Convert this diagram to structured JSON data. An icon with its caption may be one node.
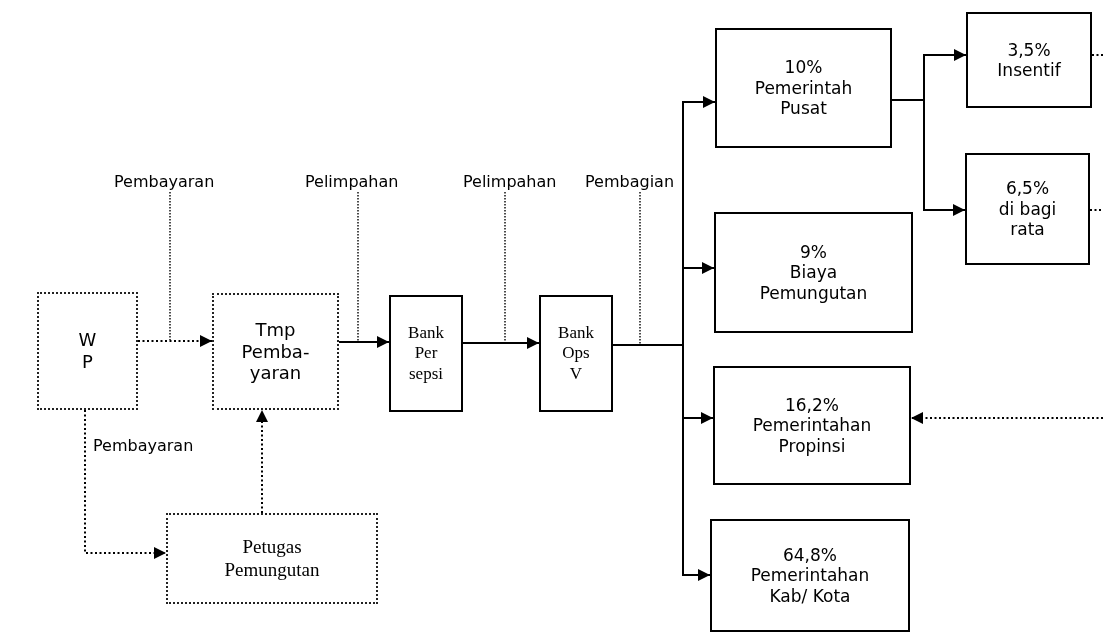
{
  "diagram": {
    "nodes": [
      {
        "text": [
          "W P"
        ]
      },
      {
        "text": [
          "Tmp Pemba- yaran"
        ]
      },
      {
        "text": [
          "Bank Per sepsi"
        ]
      },
      {
        "text": [
          "Bank Ops V"
        ]
      },
      {
        "text": [
          "10%",
          "Pemerintah Pusat"
        ]
      },
      {
        "text": [
          "9%",
          "Biaya Pemungutan"
        ]
      },
      {
        "text": [
          "16,2%",
          "Pemerintahan Propinsi"
        ]
      },
      {
        "text": [
          "64,8%",
          "Pemerintahan Kab/ Kota"
        ]
      },
      {
        "text": [
          "3,5%",
          "Insentif"
        ]
      },
      {
        "text": [
          "6,5%",
          "di bagi rata"
        ]
      },
      {
        "text": [
          "Petugas Pemungutan"
        ]
      },
      {
        "text": [
          "Pembayaran"
        ]
      },
      {
        "text": [
          "Pelimpahan"
        ]
      },
      {
        "text": [
          "Pelimpahan"
        ]
      },
      {
        "text": [
          "Pembagian"
        ]
      }
    ],
    "edges": [
      {
        "from": 0,
        "to": 1,
        "arrow": "to",
        "style": "dashed"
      },
      {
        "from": 1,
        "to": 2,
        "arrow": "to"
      },
      {
        "from": 2,
        "to": 3,
        "arrow": "to"
      },
      {
        "from": 3,
        "to": 4,
        "arrow": "to"
      },
      {
        "from": 3,
        "to": 5,
        "arrow": "to"
      },
      {
        "from": 3,
        "to": 6,
        "arrow": "to"
      },
      {
        "from": 3,
        "to": 7,
        "arrow": "to"
      },
      {
        "from": 4,
        "to": 8,
        "arrow": "to"
      },
      {
        "from": 4,
        "to": 9,
        "arrow": "to"
      },
      {
        "from": 0,
        "to": 10,
        "arrow": "to",
        "label": "Pembayaran",
        "style": "dashed"
      },
      {
        "from": 10,
        "to": 1,
        "arrow": "to",
        "style": "dashed"
      },
      {
        "from": 8,
        "to": null,
        "arrow": "none",
        "style": "dashed"
      },
      {
        "from": 9,
        "to": null,
        "arrow": "none",
        "style": "dashed"
      },
      {
        "from": null,
        "to": 6,
        "arrow": "to",
        "style": "dashed"
      },
      {
        "from": 11,
        "to": null,
        "arrow": "none",
        "style": "dashed"
      },
      {
        "from": 12,
        "to": null,
        "arrow": "none",
        "style": "dashed"
      },
      {
        "from": 13,
        "to": null,
        "arrow": "none",
        "style": "dashed"
      },
      {
        "from": 14,
        "to": null,
        "arrow": "none",
        "style": "dashed"
      }
    ]
  }
}
